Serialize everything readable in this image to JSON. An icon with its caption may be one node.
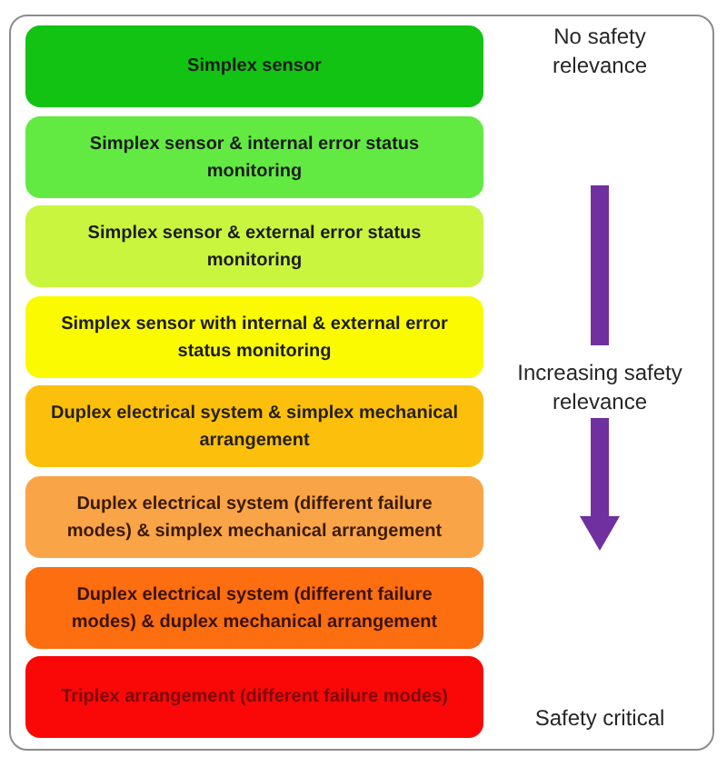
{
  "diagram": {
    "nodes": [
      {
        "text": [
          "Simplex sensor"
        ]
      },
      {
        "text": [
          "Simplex sensor & internal error status monitoring"
        ]
      },
      {
        "text": [
          "Simplex sensor & external error status monitoring"
        ]
      },
      {
        "text": [
          "Simplex sensor with internal & external error status monitoring"
        ]
      },
      {
        "text": [
          "Duplex electrical system & simplex mechanical arrangement"
        ]
      },
      {
        "text": [
          "Duplex electrical system (different failure modes) & simplex mechanical arrangement"
        ]
      },
      {
        "text": [
          "Duplex electrical system (different failure modes) & duplex mechanical arrangement"
        ]
      },
      {
        "text": [
          "Triplex arrangement (different failure modes)"
        ]
      }
    ],
    "labels": [
      "No safety relevance",
      "Increasing safety relevance",
      "Safety critical"
    ]
  }
}
